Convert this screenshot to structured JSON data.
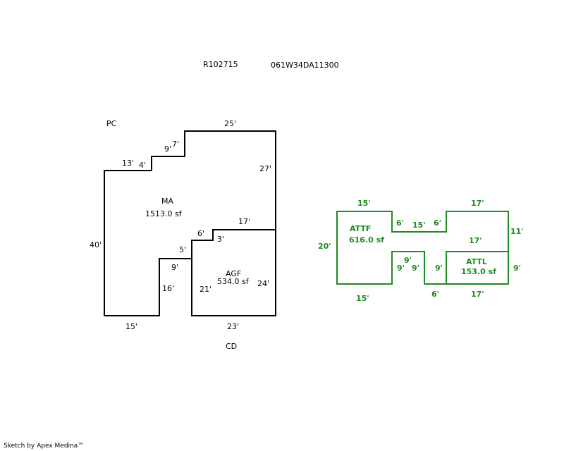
{
  "header": {
    "parcel_id": "R102715",
    "map_number": "061W34DA11300"
  },
  "codes": {
    "top": "PC",
    "bottom": "CD"
  },
  "colors": {
    "main_outline": "#000000",
    "secondary_outline": "#1e8c1e"
  },
  "areas": {
    "ma": {
      "name": "MA",
      "area": "1513.0 sf"
    },
    "agf": {
      "name": "AGF",
      "area": "534.0 sf"
    },
    "attf": {
      "name": "ATTF",
      "area": "616.0 sf"
    },
    "attl": {
      "name": "ATTL",
      "area": "153.0 sf"
    }
  },
  "dimensions": {
    "main": {
      "top": "25'",
      "upper_step_w": "7'",
      "upper_step_h": "9'",
      "mid_step_w": "4'",
      "left_top": "13'",
      "right_upper": "27'",
      "left": "40'",
      "bottom_left": "15'",
      "notch_right": "16'",
      "notch_top": "9'",
      "step_a": "5'",
      "step_b": "6'",
      "step_c": "3'",
      "agf_top": "17'",
      "agf_left": "21'",
      "agf_right": "24'",
      "agf_bottom": "23'"
    },
    "garage": {
      "attf_top": "15'",
      "attf_left": "20'",
      "attf_bottom": "15'",
      "link_left_h": "6'",
      "link_top": "15'",
      "link_right_h": "6'",
      "right_top": "17'",
      "right_side": "11'",
      "attl_top": "17'",
      "attl_right": "9'",
      "attl_bottom": "17'",
      "notch_top": "9'",
      "notch_left": "9'",
      "notch_right": "9'",
      "notch_right_outer": "9'",
      "notch_bottom": "6'"
    }
  },
  "footer": {
    "credit": "Sketch by Apex Medina™"
  }
}
